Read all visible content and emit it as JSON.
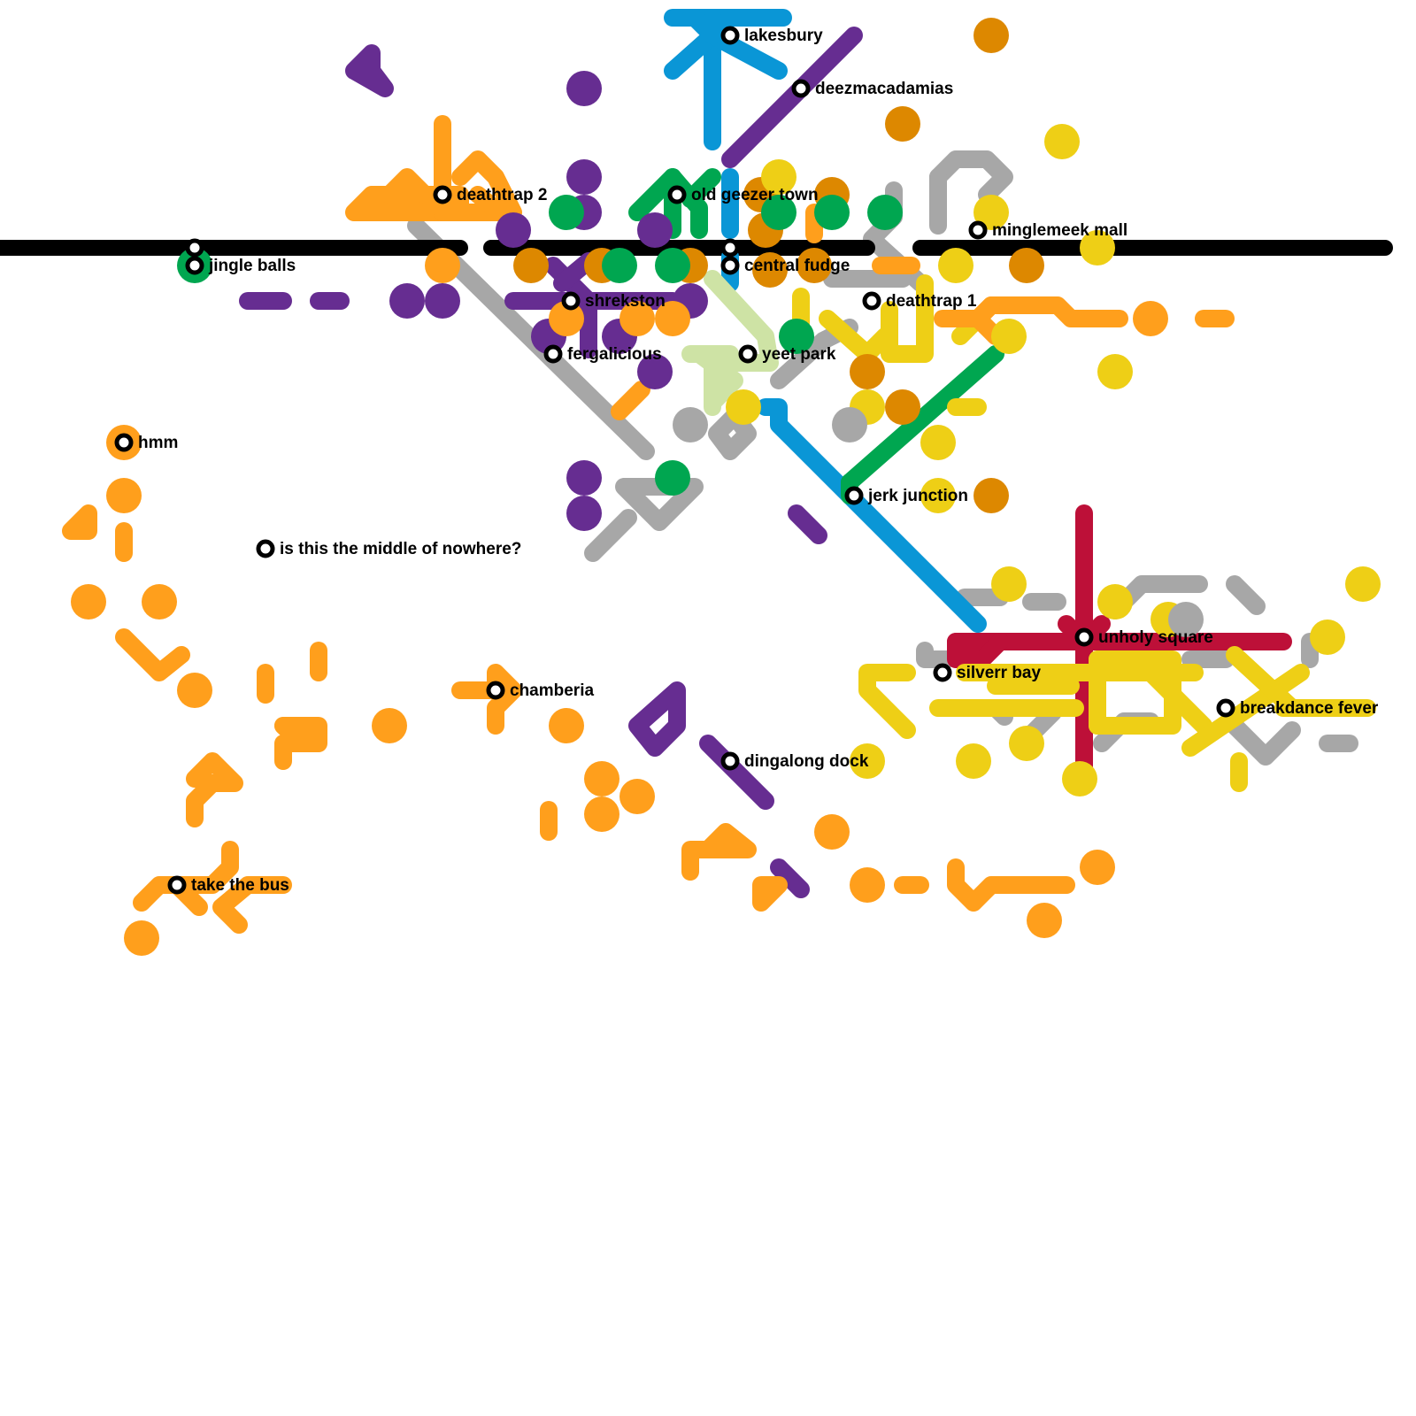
{
  "colors": {
    "background": "#ffffff",
    "black_line": "#000000",
    "blue_line": "#0a96d6",
    "purple_line": "#662d91",
    "green_line": "#00a650",
    "orange_line": "#ff9f1c",
    "dark_orange": "#dd8800",
    "grey_line": "#a7a7a7",
    "yellow_line": "#eecf16",
    "red_line": "#bd1038",
    "light_green_line": "#cee3a5",
    "station_ring": "#000000",
    "station_fill": "#ffffff"
  },
  "stations": [
    {
      "id": "lakesbury",
      "name": "lakesbury"
    },
    {
      "id": "deezmacadamias",
      "name": "deezmacadamias"
    },
    {
      "id": "deathtrap-2",
      "name": "deathtrap 2"
    },
    {
      "id": "old-geezer-town",
      "name": "old geezer town"
    },
    {
      "id": "minglemeek-mall",
      "name": "minglemeek mall"
    },
    {
      "id": "jingle-balls",
      "name": "jingle balls"
    },
    {
      "id": "central-fudge",
      "name": "central fudge"
    },
    {
      "id": "shrekston",
      "name": "shrekston"
    },
    {
      "id": "deathtrap-1",
      "name": "deathtrap 1"
    },
    {
      "id": "fergalicious",
      "name": "fergalicious"
    },
    {
      "id": "yeet-park",
      "name": "yeet park"
    },
    {
      "id": "hmm",
      "name": "hmm"
    },
    {
      "id": "jerk-junction",
      "name": "jerk junction"
    },
    {
      "id": "middle-of-nowhere",
      "name": "is this the middle of nowhere?"
    },
    {
      "id": "unholy-square",
      "name": "unholy square"
    },
    {
      "id": "silverr-bay",
      "name": "silverr bay"
    },
    {
      "id": "chamberia",
      "name": "chamberia"
    },
    {
      "id": "breakdance-fever",
      "name": "breakdance fever"
    },
    {
      "id": "dingalong-dock",
      "name": "dingalong dock"
    },
    {
      "id": "take-the-bus",
      "name": "take the bus"
    }
  ]
}
